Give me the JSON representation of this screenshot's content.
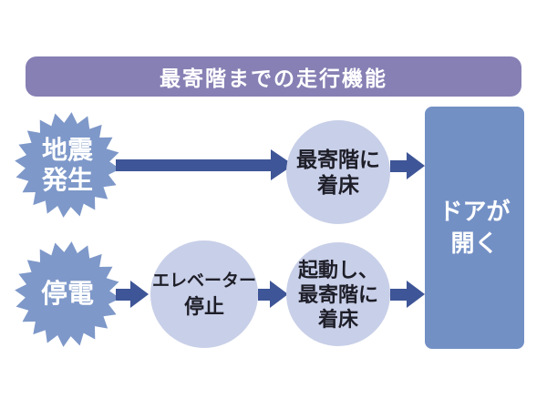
{
  "title": "最寄階までの走行機能",
  "flow_earthquake": {
    "trigger": {
      "line1": "地震",
      "line2": "発生"
    },
    "landing": {
      "line1": "最寄階に",
      "line2": "着床"
    }
  },
  "flow_power_outage": {
    "trigger": {
      "line1": "停電"
    },
    "stop": {
      "line1": "エレベーター",
      "line2": "停止"
    },
    "restart": {
      "line1": "起動し、",
      "line2": "最寄階に",
      "line3": "着床"
    }
  },
  "result": {
    "line1": "ドアが",
    "line2": "開く"
  },
  "colors": {
    "banner": "#8680b4",
    "burst_fill": "#7e98c9",
    "circle_fill": "#c8cfe8",
    "arrow": "#3e5597",
    "result_box": "#7390c5",
    "light_text": "#ffffff",
    "dark_text": "#1e1e28"
  }
}
